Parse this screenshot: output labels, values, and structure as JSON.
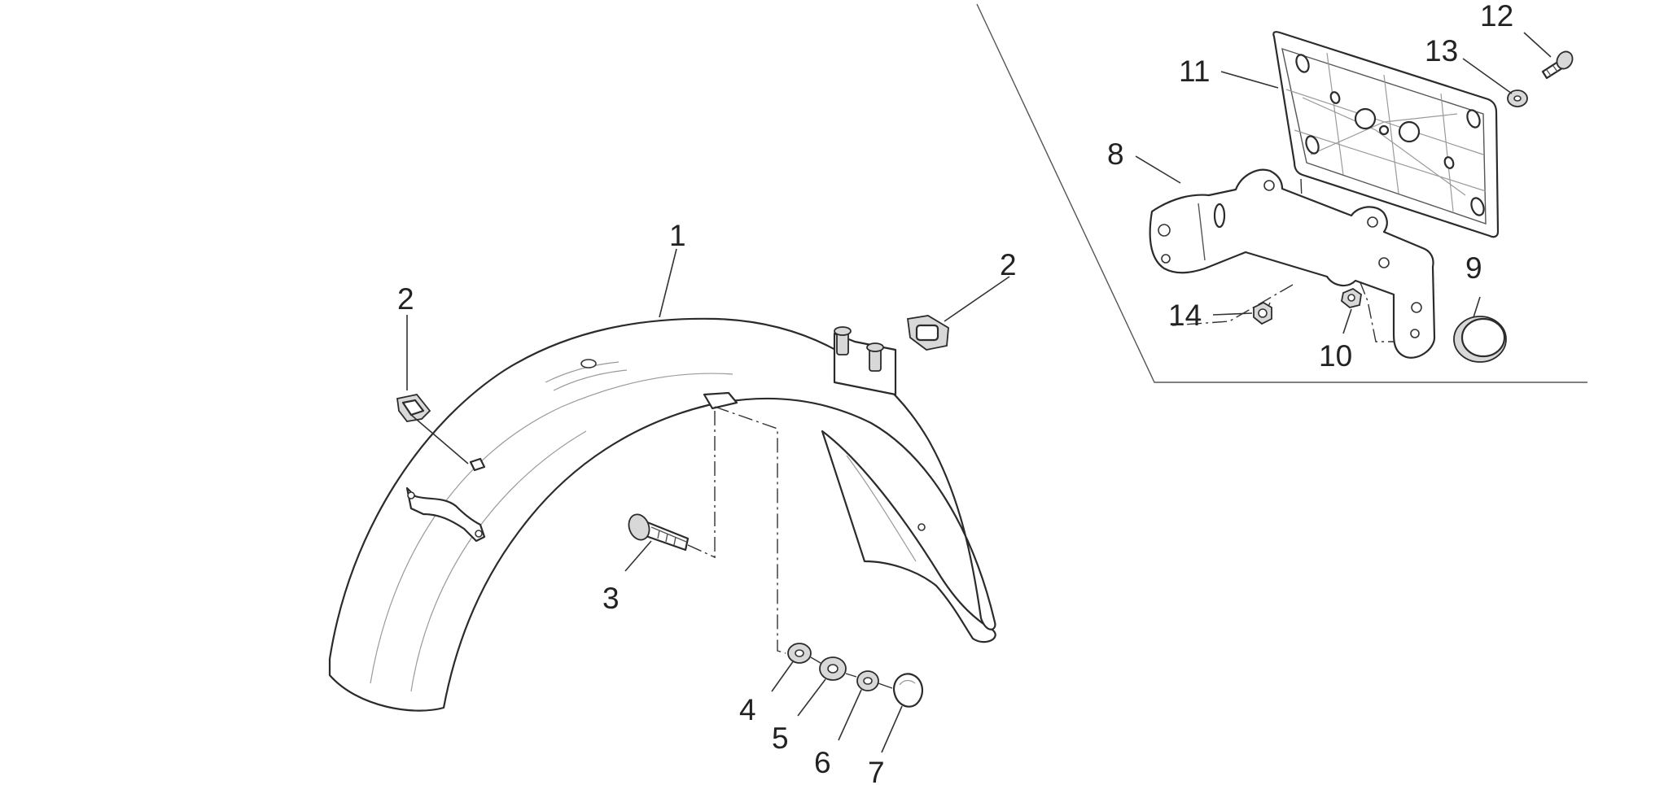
{
  "diagram": {
    "callouts": [
      {
        "id": "c1",
        "label": "1"
      },
      {
        "id": "c2a",
        "label": "2"
      },
      {
        "id": "c2b",
        "label": "2"
      },
      {
        "id": "c3",
        "label": "3"
      },
      {
        "id": "c4",
        "label": "4"
      },
      {
        "id": "c5",
        "label": "5"
      },
      {
        "id": "c6",
        "label": "6"
      },
      {
        "id": "c7",
        "label": "7"
      },
      {
        "id": "c8",
        "label": "8"
      },
      {
        "id": "c9",
        "label": "9"
      },
      {
        "id": "c10",
        "label": "10"
      },
      {
        "id": "c11",
        "label": "11"
      },
      {
        "id": "c12",
        "label": "12"
      },
      {
        "id": "c13",
        "label": "13"
      },
      {
        "id": "c14",
        "label": "14"
      }
    ]
  }
}
